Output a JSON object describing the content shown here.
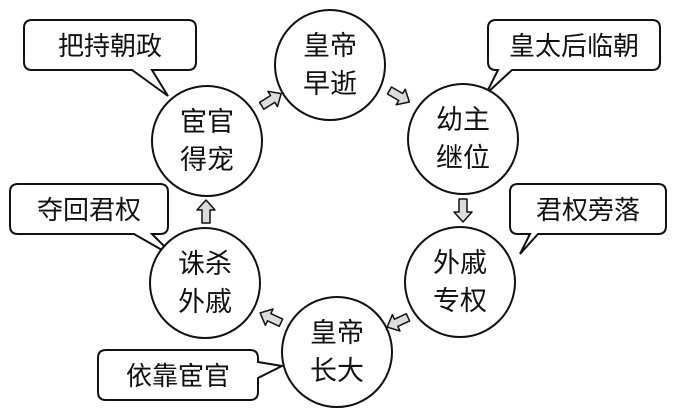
{
  "nodes": [
    {
      "id": "emperor-early-death",
      "lines": [
        "皇帝",
        "早逝"
      ]
    },
    {
      "id": "young-ruler",
      "lines": [
        "幼主",
        "继位"
      ]
    },
    {
      "id": "consort-clan-power",
      "lines": [
        "外戚",
        "专权"
      ]
    },
    {
      "id": "emperor-grows-up",
      "lines": [
        "皇帝",
        "长大"
      ]
    },
    {
      "id": "kill-consort-clan",
      "lines": [
        "诛杀",
        "外戚"
      ]
    },
    {
      "id": "eunuch-favored",
      "lines": [
        "宦官",
        "得宠"
      ]
    }
  ],
  "callouts": [
    {
      "id": "empress-dowager-regency",
      "text": "皇太后临朝"
    },
    {
      "id": "imperial-power-declines",
      "text": "君权旁落"
    },
    {
      "id": "rely-on-eunuchs",
      "text": "依靠宦官"
    },
    {
      "id": "regain-imperial-power",
      "text": "夺回君权"
    },
    {
      "id": "control-court",
      "text": "把持朝政"
    }
  ],
  "colors": {
    "stroke": "#111111",
    "arrow_fill": "#dcdcdc"
  }
}
